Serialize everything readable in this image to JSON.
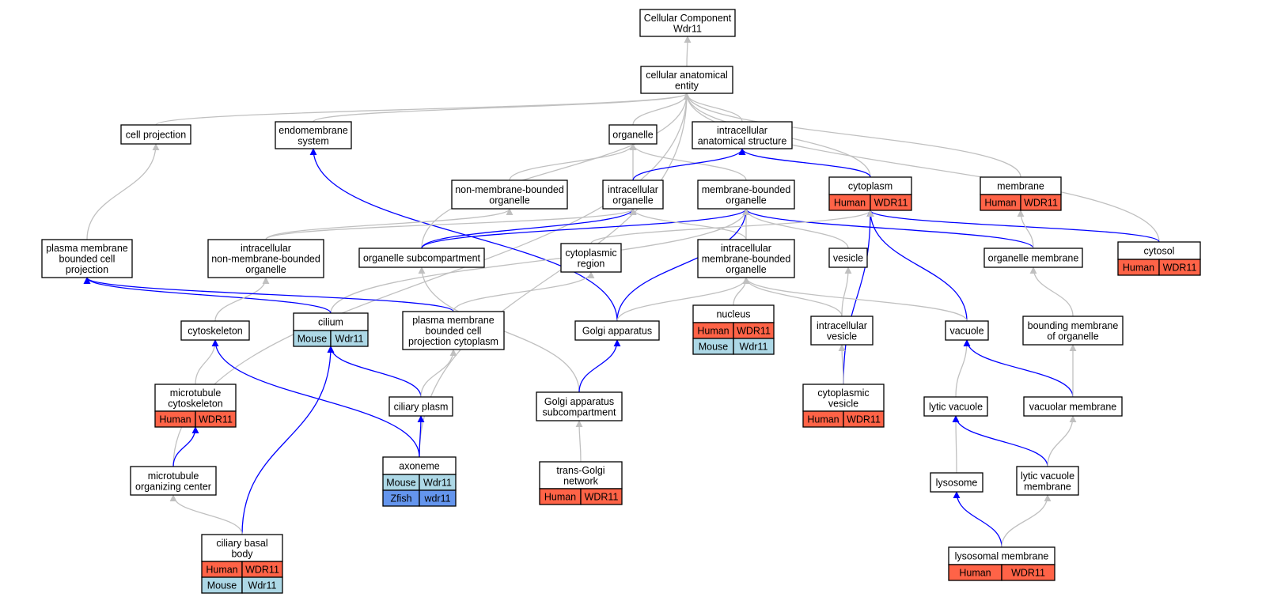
{
  "colors": {
    "human": "#ff6347",
    "mouse": "#add8e6",
    "zfish": "#6495ed",
    "edge_is_a": "#c0c0c0",
    "edge_part_of": "#0000ff"
  },
  "nodes": [
    {
      "id": "cc",
      "label": [
        "Cellular Component",
        "Wdr11"
      ]
    },
    {
      "id": "cae",
      "label": [
        "cellular anatomical",
        "entity"
      ]
    },
    {
      "id": "cellproj",
      "label": [
        "cell projection"
      ]
    },
    {
      "id": "endo",
      "label": [
        "endomembrane",
        "system"
      ]
    },
    {
      "id": "organelle",
      "label": [
        "organelle"
      ]
    },
    {
      "id": "ias",
      "label": [
        "intracellular",
        "anatomical structure"
      ]
    },
    {
      "id": "nmbo",
      "label": [
        "non-membrane-bounded",
        "organelle"
      ]
    },
    {
      "id": "intorg",
      "label": [
        "intracellular",
        "organelle"
      ]
    },
    {
      "id": "mbo",
      "label": [
        "membrane-bounded",
        "organelle"
      ]
    },
    {
      "id": "cytoplasm",
      "label": [
        "cytoplasm"
      ],
      "annotations": [
        [
          "Human",
          "WDR11"
        ]
      ]
    },
    {
      "id": "membrane",
      "label": [
        "membrane"
      ],
      "annotations": [
        [
          "Human",
          "WDR11"
        ]
      ]
    },
    {
      "id": "pmbcp",
      "label": [
        "plasma membrane",
        "bounded cell",
        "projection"
      ]
    },
    {
      "id": "inmbo",
      "label": [
        "intracellular",
        "non-membrane-bounded",
        "organelle"
      ]
    },
    {
      "id": "osub",
      "label": [
        "organelle subcompartment"
      ]
    },
    {
      "id": "cytoreg",
      "label": [
        "cytoplasmic",
        "region"
      ]
    },
    {
      "id": "imbo",
      "label": [
        "intracellular",
        "membrane-bounded",
        "organelle"
      ]
    },
    {
      "id": "vesicle",
      "label": [
        "vesicle"
      ]
    },
    {
      "id": "orgmem",
      "label": [
        "organelle membrane"
      ]
    },
    {
      "id": "cytosol",
      "label": [
        "cytosol"
      ],
      "annotations": [
        [
          "Human",
          "WDR11"
        ]
      ]
    },
    {
      "id": "cytoskel",
      "label": [
        "cytoskeleton"
      ]
    },
    {
      "id": "cilium",
      "label": [
        "cilium"
      ],
      "annotations": [
        [
          "Mouse",
          "Wdr11"
        ]
      ]
    },
    {
      "id": "pmbcpc",
      "label": [
        "plasma membrane",
        "bounded cell",
        "projection cytoplasm"
      ]
    },
    {
      "id": "golgi",
      "label": [
        "Golgi apparatus"
      ]
    },
    {
      "id": "nucleus",
      "label": [
        "nucleus"
      ],
      "annotations": [
        [
          "Human",
          "WDR11"
        ],
        [
          "Mouse",
          "Wdr11"
        ]
      ]
    },
    {
      "id": "intves",
      "label": [
        "intracellular",
        "vesicle"
      ]
    },
    {
      "id": "vacuole",
      "label": [
        "vacuole"
      ]
    },
    {
      "id": "bmo",
      "label": [
        "bounding membrane",
        "of organelle"
      ]
    },
    {
      "id": "mtcyto",
      "label": [
        "microtubule",
        "cytoskeleton"
      ],
      "annotations": [
        [
          "Human",
          "WDR11"
        ]
      ]
    },
    {
      "id": "cilplasm",
      "label": [
        "ciliary plasm"
      ]
    },
    {
      "id": "gas",
      "label": [
        "Golgi apparatus",
        "subcompartment"
      ]
    },
    {
      "id": "cytoves",
      "label": [
        "cytoplasmic",
        "vesicle"
      ],
      "annotations": [
        [
          "Human",
          "WDR11"
        ]
      ]
    },
    {
      "id": "lytvac",
      "label": [
        "lytic vacuole"
      ]
    },
    {
      "id": "vacmem",
      "label": [
        "vacuolar membrane"
      ]
    },
    {
      "id": "mtoc",
      "label": [
        "microtubule",
        "organizing center"
      ]
    },
    {
      "id": "axoneme",
      "label": [
        "axoneme"
      ],
      "annotations": [
        [
          "Mouse",
          "Wdr11"
        ],
        [
          "Zfish",
          "wdr11"
        ]
      ]
    },
    {
      "id": "tgn",
      "label": [
        "trans-Golgi",
        "network"
      ],
      "annotations": [
        [
          "Human",
          "WDR11"
        ]
      ]
    },
    {
      "id": "lysosome",
      "label": [
        "lysosome"
      ]
    },
    {
      "id": "lvm",
      "label": [
        "lytic vacuole",
        "membrane"
      ]
    },
    {
      "id": "cbb",
      "label": [
        "ciliary basal",
        "body"
      ],
      "annotations": [
        [
          "Human",
          "WDR11"
        ],
        [
          "Mouse",
          "Wdr11"
        ]
      ]
    },
    {
      "id": "lysmem",
      "label": [
        "lysosomal membrane"
      ],
      "annotations": [
        [
          "Human",
          "WDR11"
        ]
      ]
    }
  ],
  "edges": [
    {
      "from": "cae",
      "to": "cc",
      "type": "is_a"
    },
    {
      "from": "cellproj",
      "to": "cae",
      "type": "is_a"
    },
    {
      "from": "endo",
      "to": "cae",
      "type": "is_a"
    },
    {
      "from": "organelle",
      "to": "cae",
      "type": "is_a"
    },
    {
      "from": "ias",
      "to": "cae",
      "type": "is_a"
    },
    {
      "from": "cytoplasm",
      "to": "cae",
      "type": "is_a"
    },
    {
      "from": "membrane",
      "to": "cae",
      "type": "is_a"
    },
    {
      "from": "cytosol",
      "to": "cae",
      "type": "is_a"
    },
    {
      "from": "osub",
      "to": "cae",
      "type": "is_a"
    },
    {
      "from": "mtoc",
      "to": "cae",
      "type": "is_a"
    },
    {
      "from": "axoneme",
      "to": "cae",
      "type": "is_a"
    },
    {
      "from": "nmbo",
      "to": "organelle",
      "type": "is_a"
    },
    {
      "from": "intorg",
      "to": "organelle",
      "type": "is_a"
    },
    {
      "from": "mbo",
      "to": "organelle",
      "type": "is_a"
    },
    {
      "from": "intorg",
      "to": "ias",
      "type": "part_of"
    },
    {
      "from": "cytoplasm",
      "to": "ias",
      "type": "part_of"
    },
    {
      "from": "pmbcp",
      "to": "cellproj",
      "type": "is_a"
    },
    {
      "from": "golgi",
      "to": "endo",
      "type": "part_of"
    },
    {
      "from": "inmbo",
      "to": "nmbo",
      "type": "is_a"
    },
    {
      "from": "inmbo",
      "to": "intorg",
      "type": "is_a"
    },
    {
      "from": "osub",
      "to": "intorg",
      "type": "part_of"
    },
    {
      "from": "osub",
      "to": "mbo",
      "type": "part_of"
    },
    {
      "from": "imbo",
      "to": "intorg",
      "type": "is_a"
    },
    {
      "from": "imbo",
      "to": "mbo",
      "type": "is_a"
    },
    {
      "from": "vesicle",
      "to": "mbo",
      "type": "is_a"
    },
    {
      "from": "orgmem",
      "to": "mbo",
      "type": "part_of"
    },
    {
      "from": "golgi",
      "to": "mbo",
      "type": "part_of"
    },
    {
      "from": "cilium",
      "to": "mbo",
      "type": "is_a"
    },
    {
      "from": "cytoves",
      "to": "cytoplasm",
      "type": "part_of"
    },
    {
      "from": "vacuole",
      "to": "cytoplasm",
      "type": "part_of"
    },
    {
      "from": "cytosol",
      "to": "cytoplasm",
      "type": "part_of"
    },
    {
      "from": "cytoreg",
      "to": "cytoplasm",
      "type": "is_a"
    },
    {
      "from": "orgmem",
      "to": "membrane",
      "type": "is_a"
    },
    {
      "from": "cilium",
      "to": "pmbcp",
      "type": "part_of"
    },
    {
      "from": "cytoskel",
      "to": "inmbo",
      "type": "is_a"
    },
    {
      "from": "pmbcpc",
      "to": "pmbcp",
      "type": "part_of"
    },
    {
      "from": "pmbcpc",
      "to": "cytoreg",
      "type": "is_a"
    },
    {
      "from": "gas",
      "to": "osub",
      "type": "is_a"
    },
    {
      "from": "golgi",
      "to": "imbo",
      "type": "is_a"
    },
    {
      "from": "nucleus",
      "to": "imbo",
      "type": "is_a"
    },
    {
      "from": "intves",
      "to": "imbo",
      "type": "is_a"
    },
    {
      "from": "vacuole",
      "to": "imbo",
      "type": "is_a"
    },
    {
      "from": "intves",
      "to": "vesicle",
      "type": "is_a"
    },
    {
      "from": "bmo",
      "to": "orgmem",
      "type": "is_a"
    },
    {
      "from": "mtcyto",
      "to": "cytoskel",
      "type": "is_a"
    },
    {
      "from": "axoneme",
      "to": "cytoskel",
      "type": "part_of"
    },
    {
      "from": "cilplasm",
      "to": "cilium",
      "type": "part_of"
    },
    {
      "from": "cbb",
      "to": "cilium",
      "type": "part_of"
    },
    {
      "from": "cilplasm",
      "to": "pmbcpc",
      "type": "is_a"
    },
    {
      "from": "gas",
      "to": "golgi",
      "type": "part_of"
    },
    {
      "from": "cytoves",
      "to": "intves",
      "type": "is_a"
    },
    {
      "from": "lytvac",
      "to": "vacuole",
      "type": "is_a"
    },
    {
      "from": "vacmem",
      "to": "vacuole",
      "type": "part_of"
    },
    {
      "from": "vacmem",
      "to": "bmo",
      "type": "is_a"
    },
    {
      "from": "mtoc",
      "to": "mtcyto",
      "type": "part_of"
    },
    {
      "from": "axoneme",
      "to": "cilplasm",
      "type": "part_of"
    },
    {
      "from": "tgn",
      "to": "gas",
      "type": "is_a"
    },
    {
      "from": "lysosome",
      "to": "lytvac",
      "type": "is_a"
    },
    {
      "from": "lvm",
      "to": "lytvac",
      "type": "part_of"
    },
    {
      "from": "lvm",
      "to": "vacmem",
      "type": "is_a"
    },
    {
      "from": "cbb",
      "to": "mtoc",
      "type": "is_a"
    },
    {
      "from": "lysmem",
      "to": "lysosome",
      "type": "part_of"
    },
    {
      "from": "lysmem",
      "to": "lvm",
      "type": "is_a"
    }
  ]
}
